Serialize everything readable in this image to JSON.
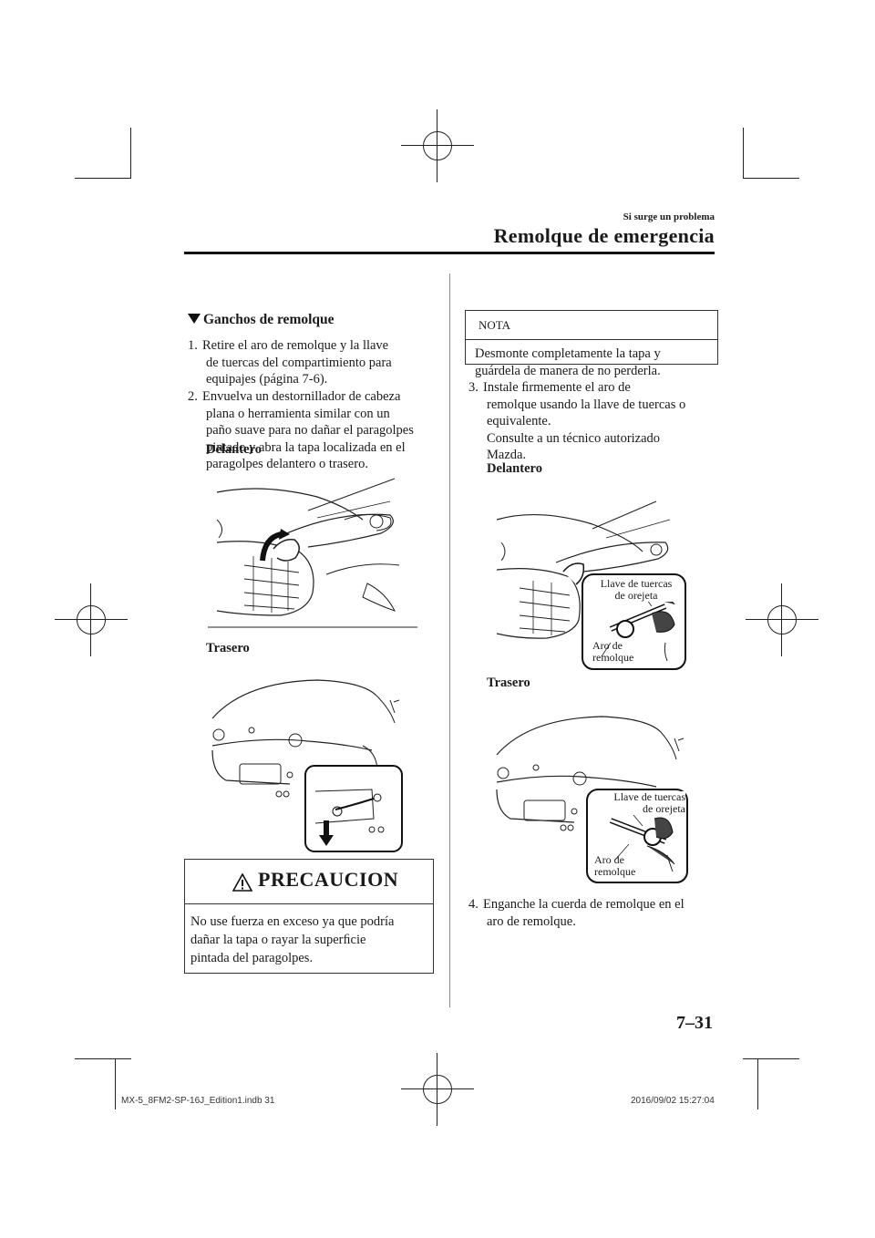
{
  "header": {
    "section": "Si surge un problema",
    "title": "Remolque de emergencia"
  },
  "left": {
    "heading": "Ganchos de remolque",
    "step1": {
      "num": "1.",
      "lines": [
        "Retire el aro de remolque y la llave",
        "de tuercas del compartimiento para",
        "equipajes (página 7-6)."
      ]
    },
    "step2": {
      "num": "2.",
      "lines": [
        "Envuelva un destornillador de cabeza",
        "plana o herramienta similar con un",
        "paño suave para no dañar el paragolpes",
        "pintado y abra la tapa localizada en el",
        "paragolpes delantero o trasero."
      ]
    },
    "front_label": "Delantero",
    "rear_label": "Trasero",
    "caution": {
      "title": "PRECAUCION",
      "lines": [
        "No use fuerza en exceso ya que podría",
        "dañar la tapa o rayar la superﬁcie",
        "pintada del paragolpes."
      ]
    }
  },
  "right": {
    "note": {
      "title": "NOTA",
      "lines": [
        "Desmonte completamente la tapa y",
        "guárdela de manera de no perderla."
      ]
    },
    "step3": {
      "num": "3.",
      "lines": [
        "Instale ﬁrmemente el aro de",
        "remolque usando la llave de tuercas o",
        "equivalente.",
        "Consulte a un técnico autorizado",
        "Mazda."
      ]
    },
    "front_label": "Delantero",
    "rear_label": "Trasero",
    "fig_front": {
      "wrench_label_1": "Llave de tuercas",
      "wrench_label_2": "de orejeta",
      "ring_label_1": "Aro de",
      "ring_label_2": "remolque"
    },
    "fig_rear": {
      "wrench_label_1": "Llave de tuercas",
      "wrench_label_2": "de orejeta",
      "ring_label_1": "Aro de",
      "ring_label_2": "remolque"
    },
    "step4": {
      "num": "4.",
      "lines": [
        "Enganche la cuerda de remolque en el",
        "aro de remolque."
      ]
    }
  },
  "page_number": "7–31",
  "footer": {
    "file": "MX-5_8FM2-SP-16J_Edition1.indb   31",
    "timestamp": "2016/09/02   15:27:04"
  }
}
